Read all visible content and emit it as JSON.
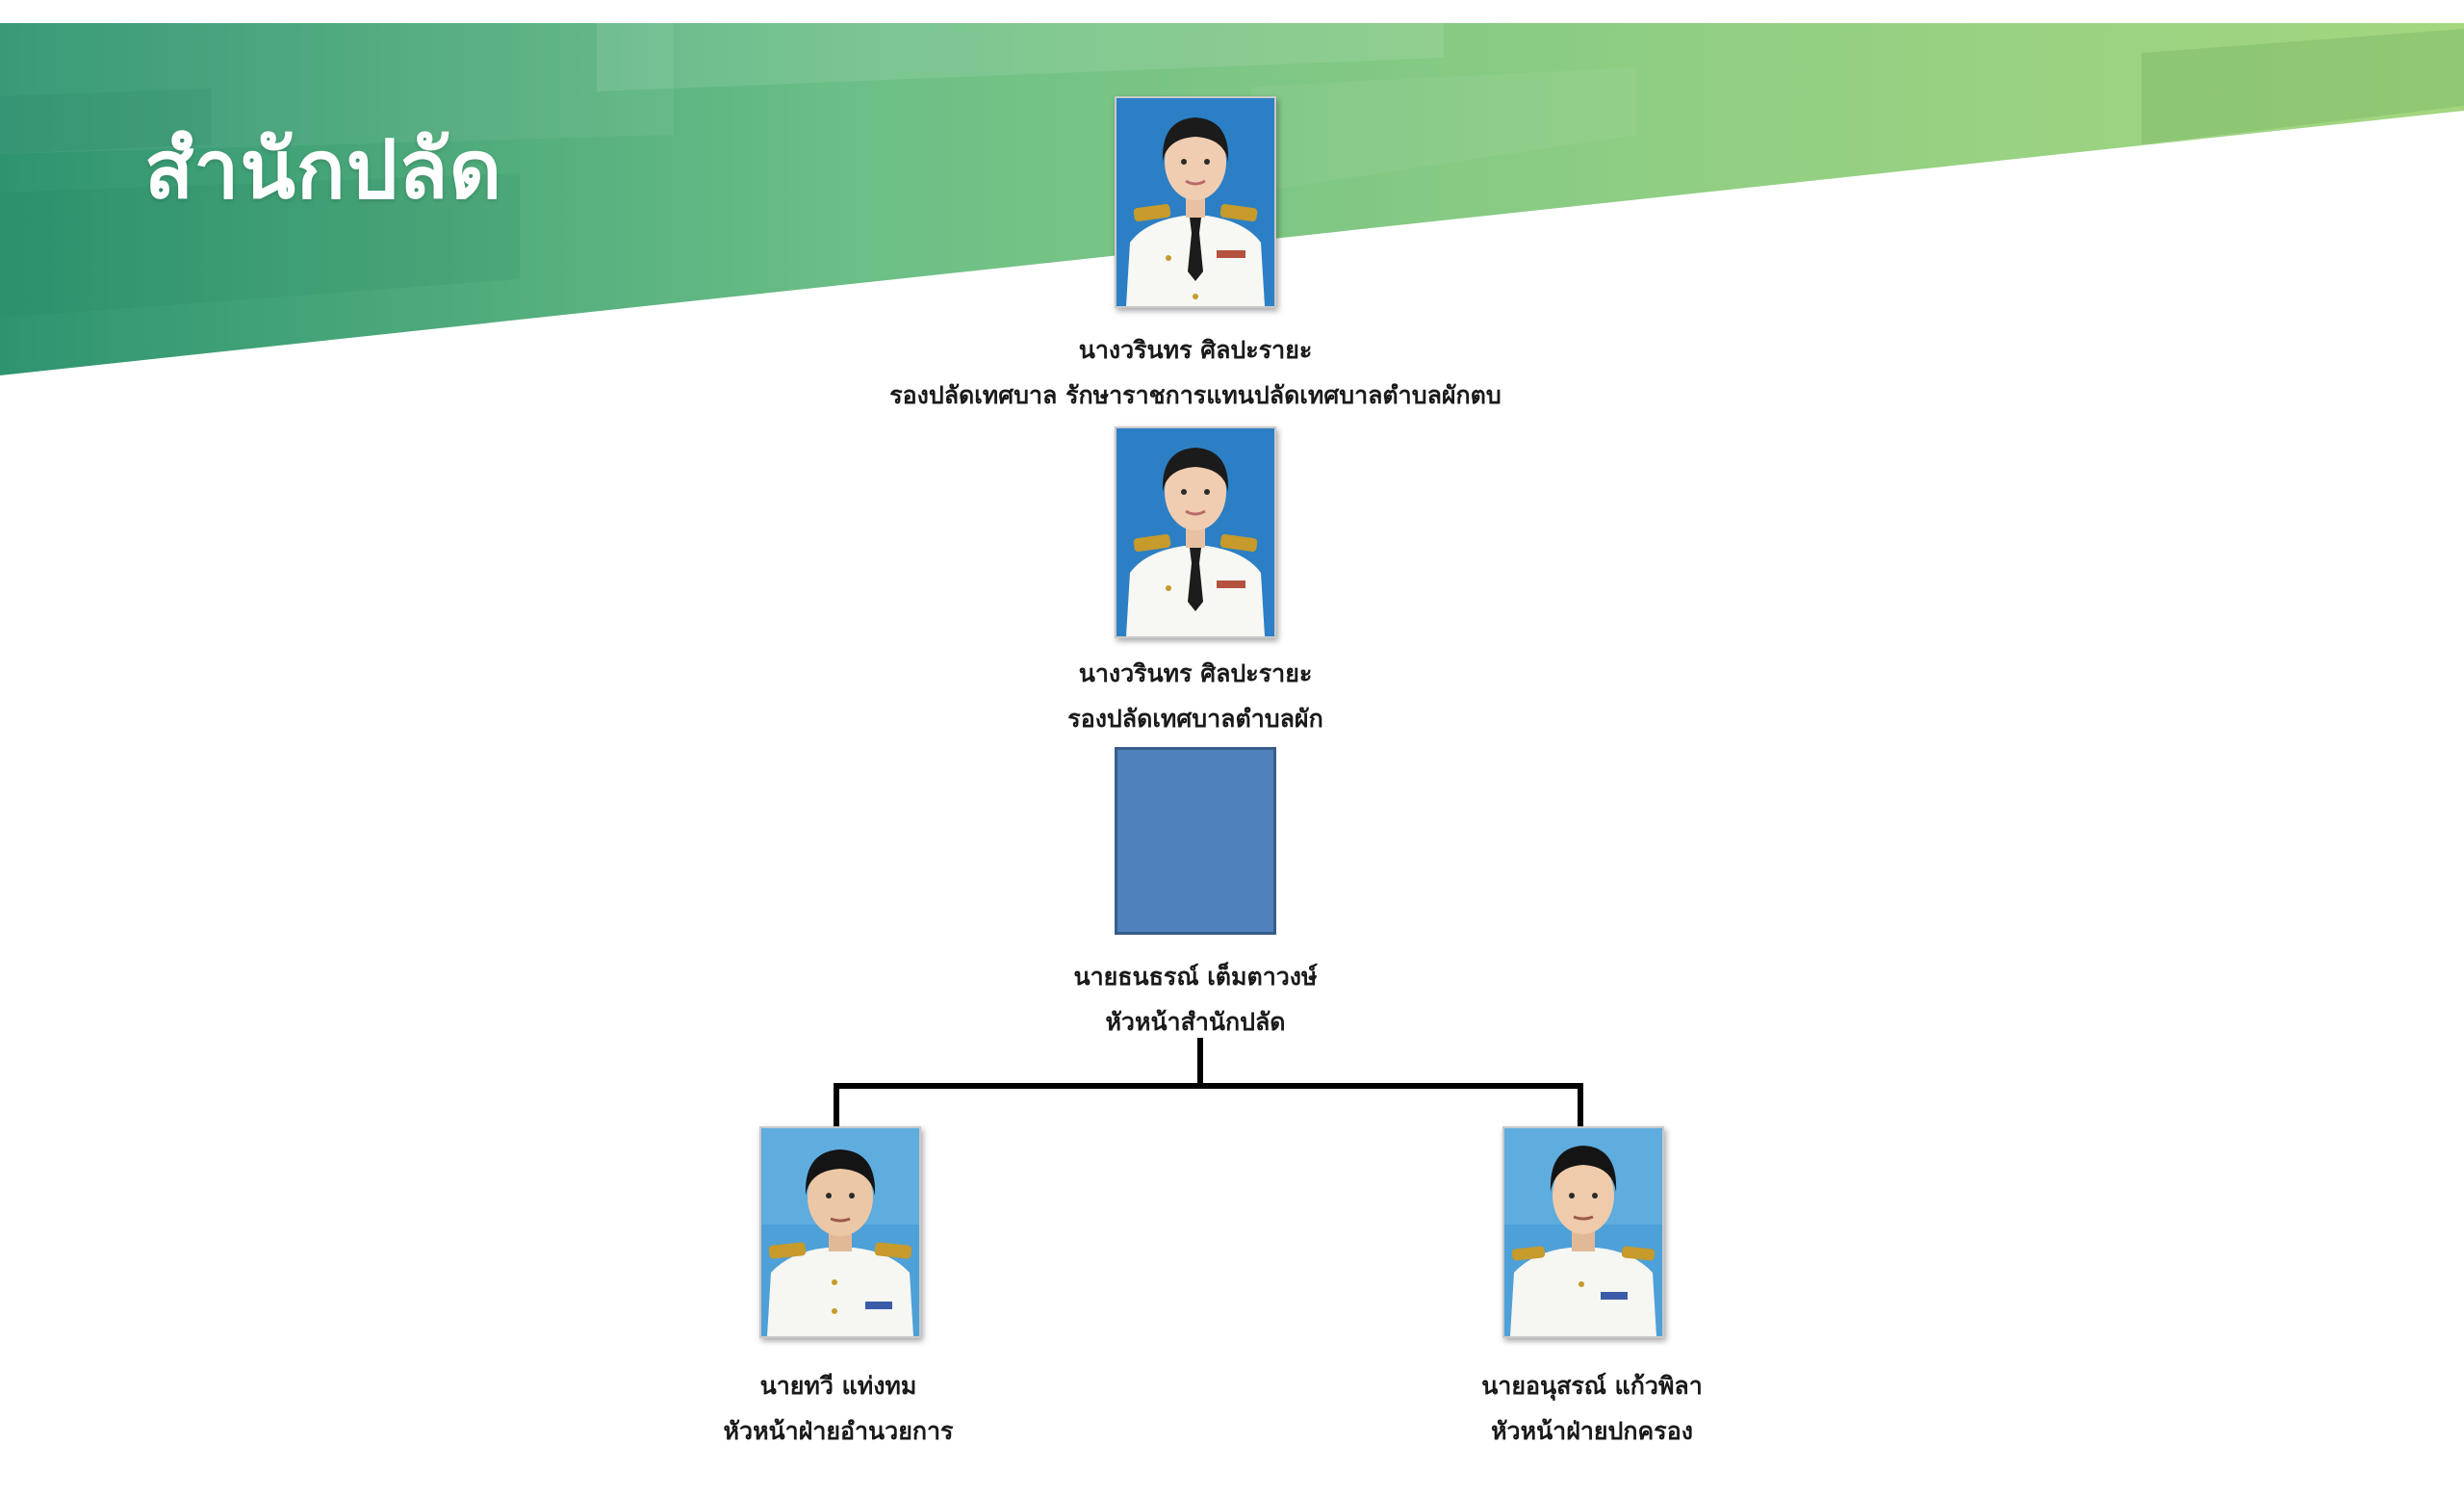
{
  "header": {
    "title": "สำนักปลัด"
  },
  "members": [
    {
      "name": "นางวรินทร ศิลปะรายะ",
      "position": "รองปลัดเทศบาล รักษาราชการแทนปลัดเทศบาลตำบลผักตบ"
    },
    {
      "name": "นางวรินทร ศิลปะรายะ",
      "position": "รองปลัดเทศบาลตำบลผัก"
    },
    {
      "name": "นายธนธรณ์ เต็มตาวงษ์",
      "position": "หัวหน้าสำนักปลัด"
    },
    {
      "name": "นายทวี แท่งทม",
      "position": "หัวหน้าฝ่ายอำนวยการ"
    },
    {
      "name": "นายอนุสรณ์ แก้วพิลา",
      "position": "หัวหน้าฝ่ายปกครอง"
    }
  ],
  "colors": {
    "banner_dark": "#2e9470",
    "banner_light": "#a3d67f",
    "placeholder_fill": "#4f81bd",
    "connector": "#000000"
  }
}
